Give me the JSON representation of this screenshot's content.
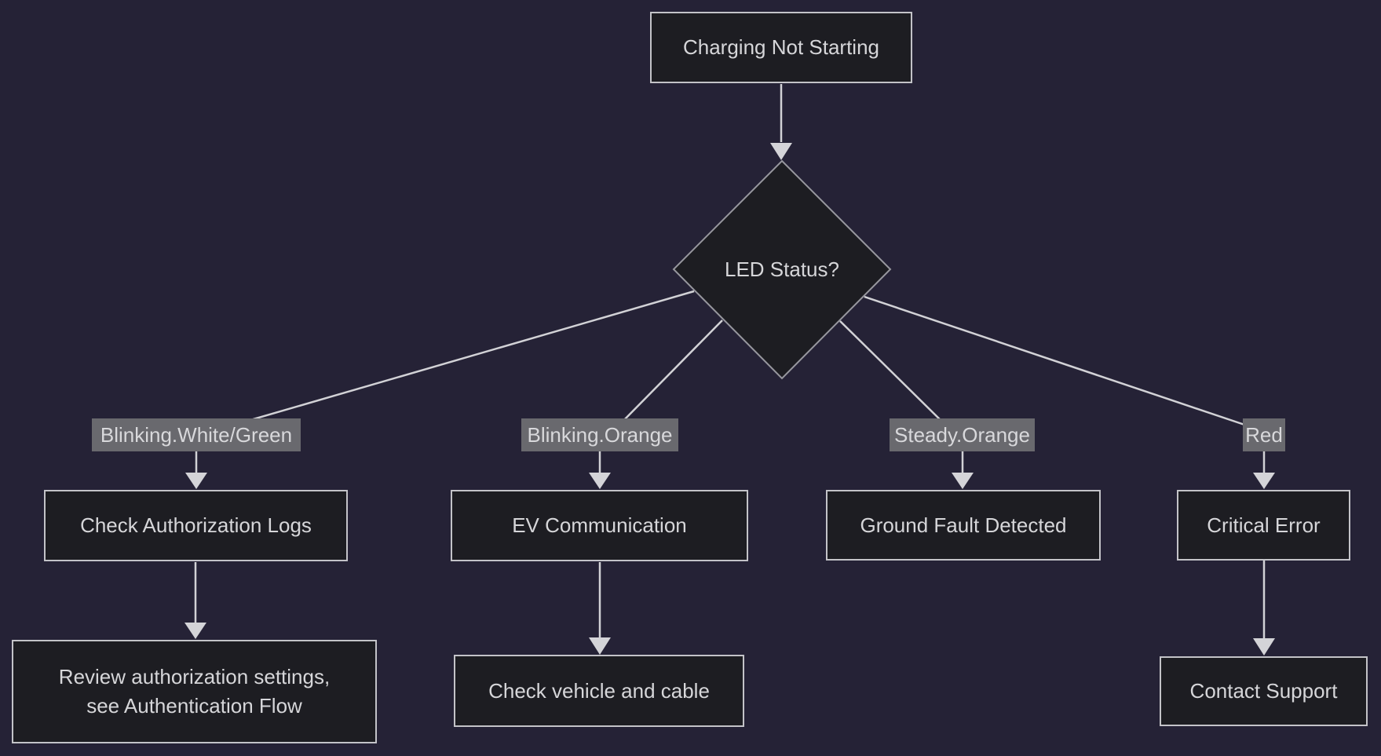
{
  "diagram": {
    "title_hint": "EV charging troubleshooting flowchart",
    "colors": {
      "background": "#252236",
      "node_fill": "#1d1d22",
      "node_border": "#c3c3c8",
      "diamond_border": "#97979e",
      "text": "#d6d6d9",
      "edge_line": "#d2d2d6",
      "edge_label_bg": "#69696e"
    },
    "nodes": {
      "root": {
        "label": "Charging Not Starting"
      },
      "decision": {
        "label": "LED Status?"
      },
      "check_auth": {
        "label": "Check Authorization Logs"
      },
      "ev_comm": {
        "label": "EV Communication"
      },
      "ground_fault": {
        "label": "Ground Fault Detected"
      },
      "critical": {
        "label": "Critical Error"
      },
      "review_auth": {
        "line1": "Review authorization settings,",
        "line2": "see Authentication Flow"
      },
      "check_vehicle": {
        "label": "Check vehicle and cable"
      },
      "contact": {
        "label": "Contact Support"
      }
    },
    "edge_labels": {
      "white_green": "Blinking.White/Green",
      "blinking_orange": "Blinking.Orange",
      "steady_orange": "Steady.Orange",
      "red": "Red"
    }
  }
}
